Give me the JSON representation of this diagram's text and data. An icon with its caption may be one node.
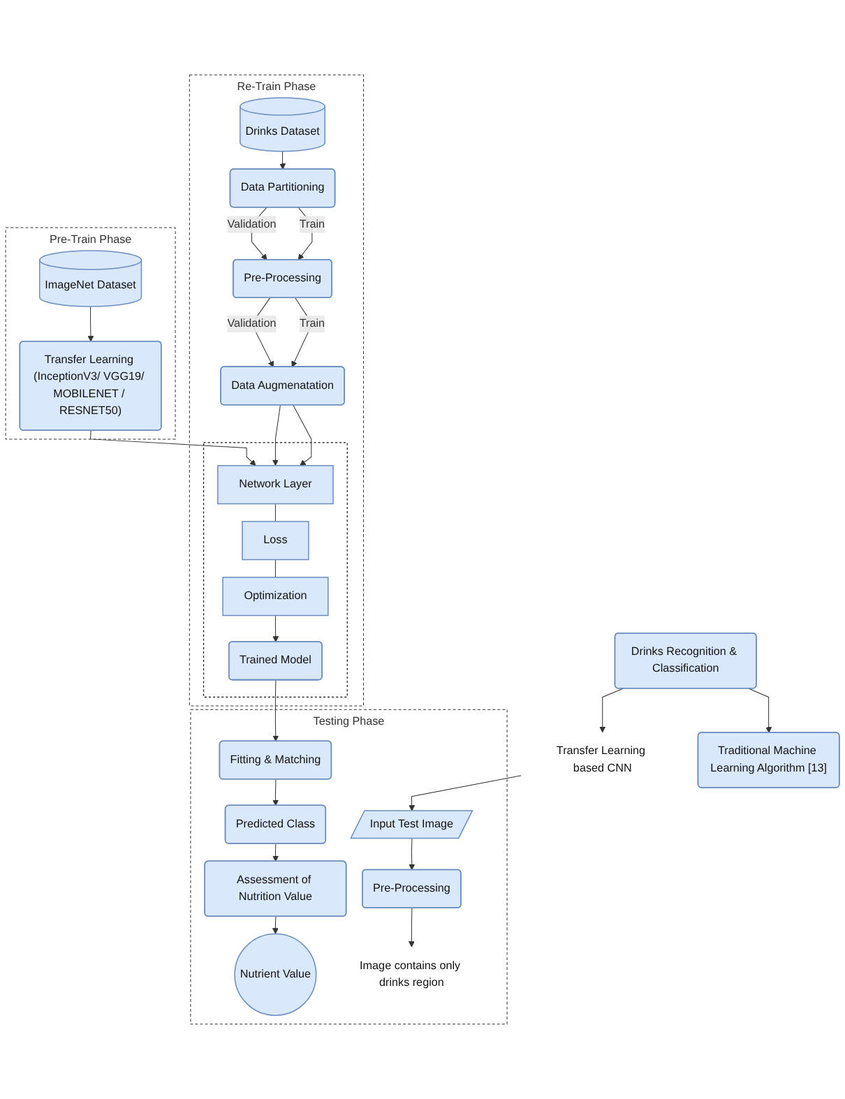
{
  "diagram": {
    "nodes": [
      {
        "text": [
          "Drinks Recognition & Classification"
        ]
      },
      {
        "text": [
          "Transfer Learning based CNN"
        ]
      },
      {
        "text": [
          "Traditional Machine Learning Algorithm [13]"
        ]
      },
      {
        "text": [
          "Testing Phase"
        ]
      },
      {
        "text": [
          "Input Test Image"
        ],
        "in": 3
      },
      {
        "text": [
          "Pre-Processing"
        ],
        "in": 3
      },
      {
        "text": [
          "Image contains only drinks region"
        ],
        "in": 3
      },
      {
        "text": [
          "Fitting & Matching"
        ],
        "in": 3
      },
      {
        "text": [
          "Predicted Class"
        ],
        "in": 3
      },
      {
        "text": [
          "Assessment of Nutrition Value"
        ],
        "in": 3
      },
      {
        "text": [
          "Nutrient Value"
        ],
        "in": 3
      },
      {
        "text": [
          "Re-Train Phase"
        ]
      },
      {
        "text": [
          "Drinks Dataset"
        ],
        "in": 11
      },
      {
        "text": [
          "Data Partitioning"
        ],
        "in": 11
      },
      {
        "text": [
          "Pre-Processing"
        ],
        "in": 11
      },
      {
        "text": [
          "Data Augmenatation"
        ],
        "in": 11
      },
      {
        "text": [],
        "shape": "box",
        "in": 11
      },
      {
        "text": [
          "Network Layer"
        ],
        "in": 16
      },
      {
        "text": [
          "Loss"
        ],
        "in": 16
      },
      {
        "text": [
          "Optimization"
        ],
        "in": 16
      },
      {
        "text": [
          "Trained Model"
        ],
        "in": 16
      },
      {
        "text": [
          "Pre-Train Phase"
        ]
      },
      {
        "text": [
          "ImageNet Dataset"
        ],
        "in": 21
      },
      {
        "text": [
          "Transfer Learning (InceptionV3/ VGG19/ MOBILENET / RESNET50)"
        ],
        "in": 21
      }
    ],
    "edges": [
      {
        "from": 0,
        "to": 1,
        "arrow": "to"
      },
      {
        "from": 0,
        "to": 2,
        "arrow": "to"
      },
      {
        "from": 1,
        "to": 4,
        "arrow": "to"
      },
      {
        "from": 4,
        "to": 5,
        "arrow": "to"
      },
      {
        "from": 5,
        "to": 6,
        "arrow": "to"
      },
      {
        "from": 7,
        "to": 8,
        "arrow": "to"
      },
      {
        "from": 8,
        "to": 9,
        "arrow": "to"
      },
      {
        "from": 9,
        "to": 10,
        "arrow": "to"
      },
      {
        "from": 12,
        "to": 13,
        "arrow": "to"
      },
      {
        "from": 13,
        "to": 14,
        "label": "Validation",
        "arrow": "to"
      },
      {
        "from": 13,
        "to": 14,
        "label": "Train",
        "arrow": "to"
      },
      {
        "from": 14,
        "to": 15,
        "label": "Validation",
        "arrow": "to"
      },
      {
        "from": 14,
        "to": 15,
        "label": "Train",
        "arrow": "to"
      },
      {
        "from": 15,
        "to": 17,
        "arrow": "to"
      },
      {
        "from": 15,
        "to": 17,
        "arrow": "to"
      },
      {
        "from": 23,
        "to": 17,
        "arrow": "to"
      },
      {
        "from": 17,
        "to": 18,
        "arrow": "none"
      },
      {
        "from": 18,
        "to": 19,
        "arrow": "none"
      },
      {
        "from": 19,
        "to": 20,
        "arrow": "to"
      },
      {
        "from": 20,
        "to": 7,
        "arrow": "to"
      },
      {
        "from": 22,
        "to": 23,
        "arrow": "to"
      }
    ]
  }
}
